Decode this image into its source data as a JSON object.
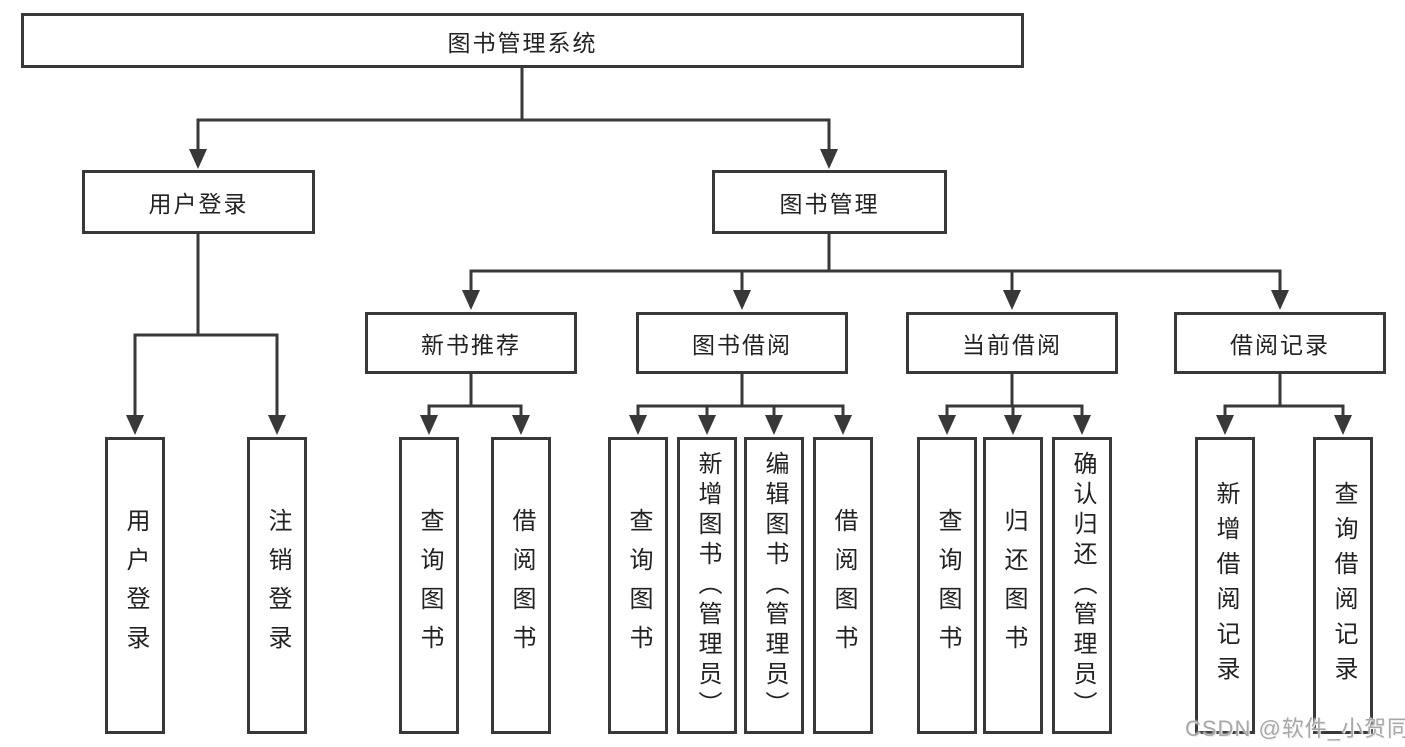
{
  "diagram": {
    "root_label": "图书管理系统",
    "level2": [
      "用户登录",
      "图书管理"
    ],
    "level3": [
      "新书推荐",
      "图书借阅",
      "当前借阅",
      "借阅记录"
    ],
    "leaves_user_login": [
      "用户登录",
      "注销登录"
    ],
    "leaves_new_books": [
      "查询图书",
      "借阅图书"
    ],
    "leaves_borrow": [
      "查询图书",
      "新增图书（管理员）",
      "编辑图书（管理员）",
      "借阅图书"
    ],
    "leaves_current": [
      "查询图书",
      "归还图书",
      "确认归还（管理员）"
    ],
    "leaves_records": [
      "新增借阅记录",
      "查询借阅记录"
    ]
  },
  "colors": {
    "line": "#383838",
    "box_border": "#383838",
    "box_background": "#ffffff",
    "text": "#222222",
    "watermark": "#a8a8a8"
  },
  "watermark": "CSDN @软件_小贺同学"
}
